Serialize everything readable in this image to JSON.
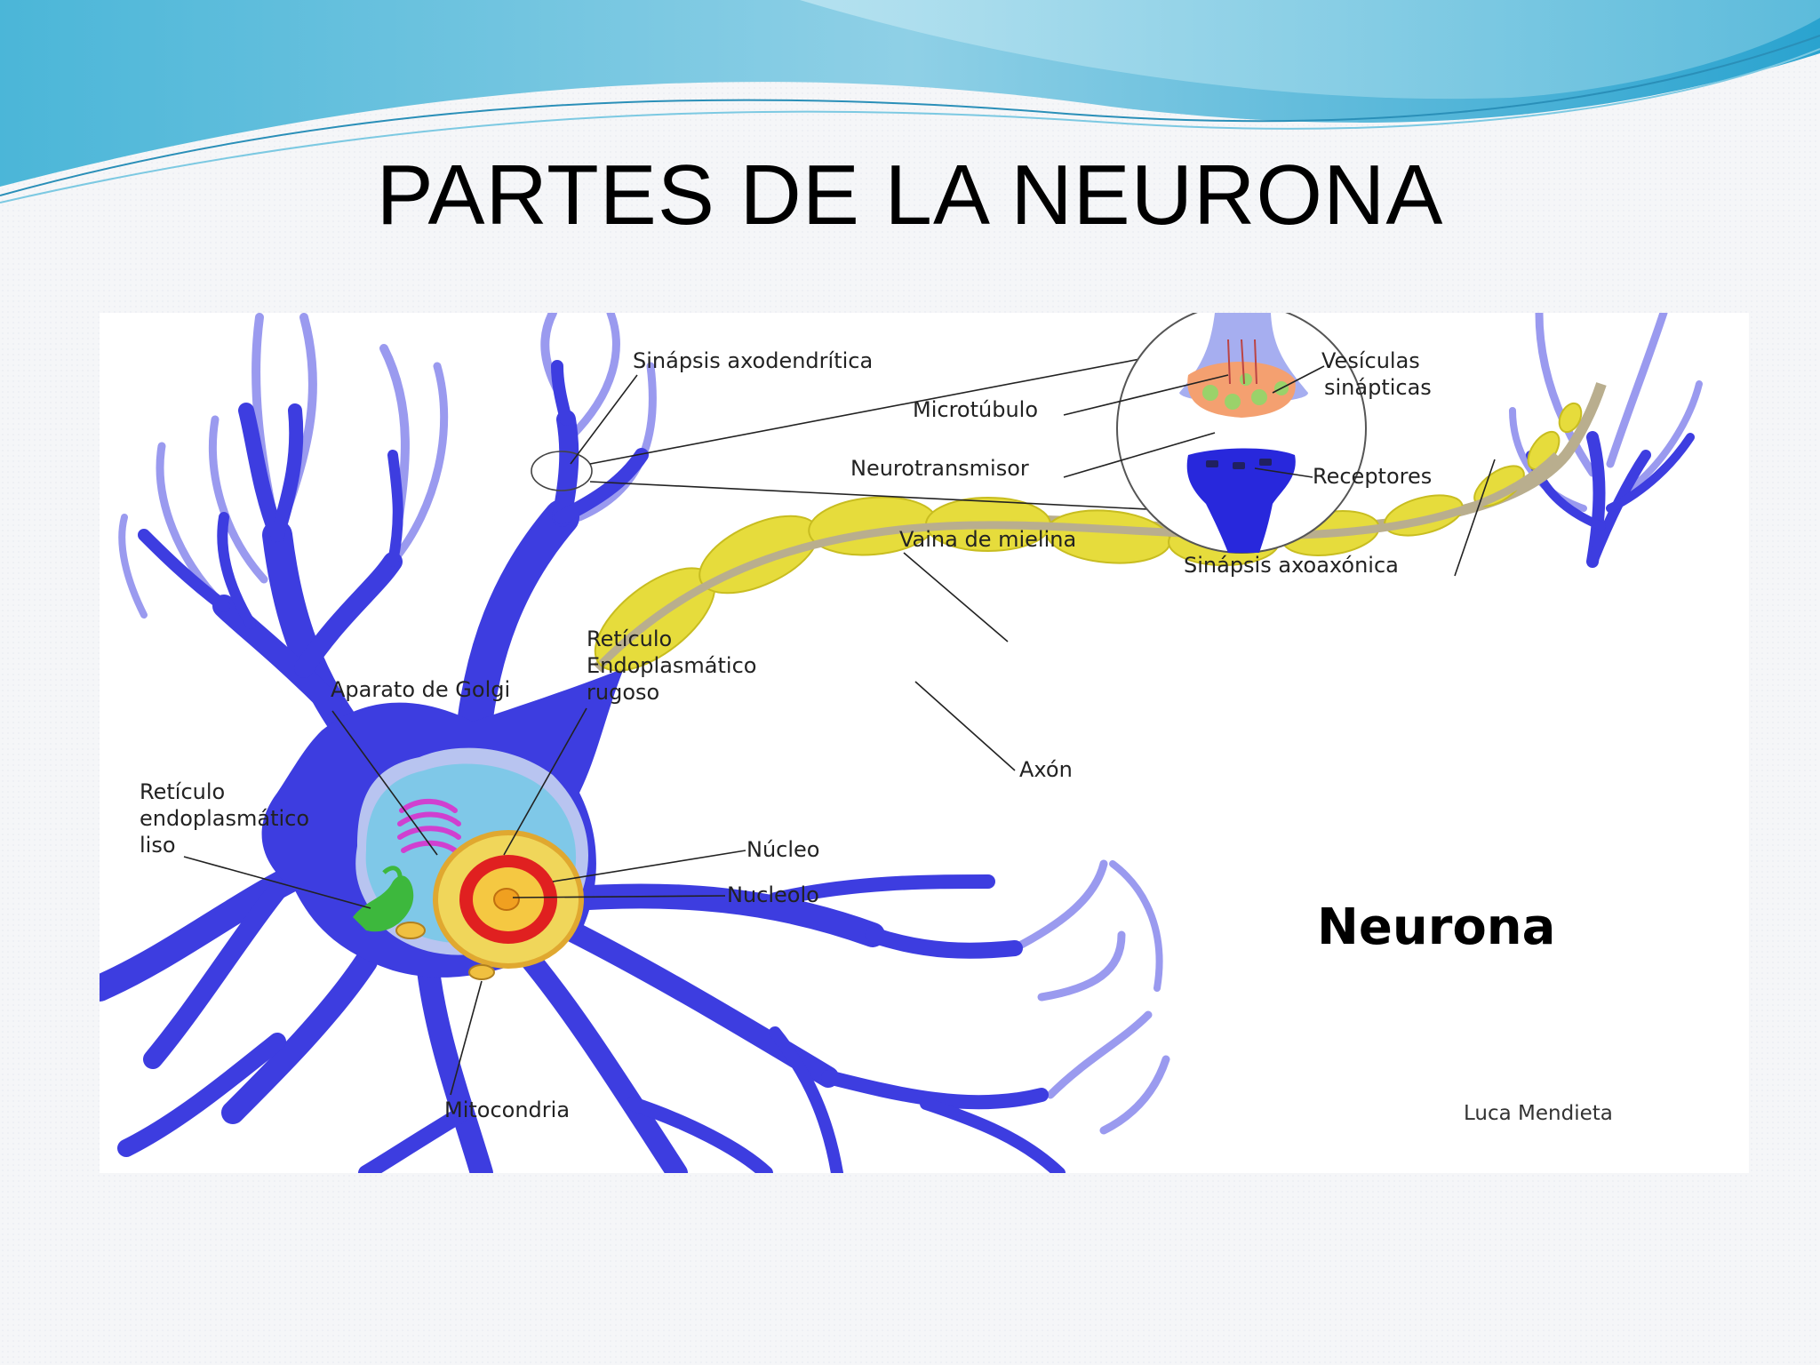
{
  "slide": {
    "title": "PARTES DE LA NEURONA"
  },
  "diagram": {
    "heading": "Neurona",
    "credit": "Luca Mendieta",
    "labels": {
      "sinapsis_axodendritica": "Sinápsis axodendrítica",
      "microtubulo": "Microtúbulo",
      "neurotransmisor": "Neurotransmisor",
      "vesiculas": "Vesículas",
      "sinapticas": "sinápticas",
      "receptores": "Receptores",
      "vaina_mielina": "Vaina de mielina",
      "sinapsis_axoaxonica": "Sinápsis axoaxónica",
      "reticulo_rugoso_1": "Retículo",
      "reticulo_rugoso_2": "Endoplasmático",
      "reticulo_rugoso_3": "rugoso",
      "aparato_golgi": "Aparato de Golgi",
      "reticulo_liso_1": "Retículo",
      "reticulo_liso_2": "endoplasmático",
      "reticulo_liso_3": "liso",
      "axon": "Axón",
      "nucleo": "Núcleo",
      "nucleolo": "Nucleolo",
      "mitocondria": "Mitocondria"
    },
    "colors": {
      "dendrite": "#3d3de0",
      "dendrite_light": "#9a9aef",
      "myelin": "#e6dc3c",
      "axon_core": "#b9ae8e",
      "nucleus": "#f0d65a",
      "nucleolus": "#e02020",
      "cytoplasm": "#7fc8e8",
      "golgi": "#d040d0",
      "smooth_er": "#3db83d"
    }
  }
}
